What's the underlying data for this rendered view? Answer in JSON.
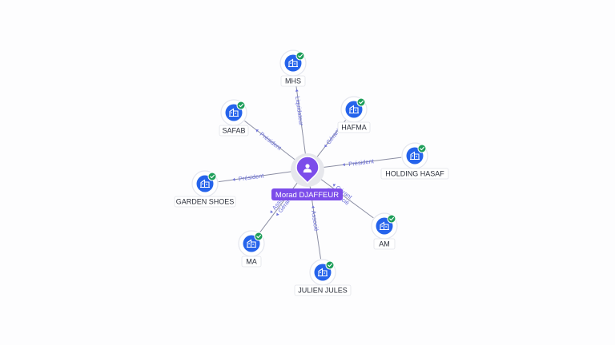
{
  "center": {
    "label": "Morad DJAFFEUR",
    "icon": "person-icon",
    "color": "#7c4dea"
  },
  "companies": [
    {
      "id": "mhs",
      "label": "MHS",
      "edge_labels": [
        "Liquidateur"
      ],
      "icon": "building-icon",
      "status": "verified-check-icon"
    },
    {
      "id": "hafma",
      "label": "HAFMA",
      "edge_labels": [
        "Gérant"
      ],
      "icon": "building-icon",
      "status": "verified-check-icon"
    },
    {
      "id": "holding-hasaf",
      "label": "HOLDING HASAF",
      "edge_labels": [
        "Président"
      ],
      "icon": "building-icon",
      "status": "verified-check-icon"
    },
    {
      "id": "am",
      "label": "AM",
      "edge_labels": [
        "Gérant",
        "Associé"
      ],
      "icon": "building-icon",
      "status": "verified-check-icon"
    },
    {
      "id": "julien-jules",
      "label": "JULIEN JULES",
      "edge_labels": [
        "Associé"
      ],
      "icon": "building-icon",
      "status": "verified-check-icon"
    },
    {
      "id": "ma",
      "label": "MA",
      "edge_labels": [
        "Gérant",
        "Associé"
      ],
      "icon": "building-icon",
      "status": "verified-check-icon"
    },
    {
      "id": "garden-shoes",
      "label": "GARDEN SHOES",
      "edge_labels": [
        "Président"
      ],
      "icon": "building-icon",
      "status": "verified-check-icon"
    },
    {
      "id": "safab",
      "label": "SAFAB",
      "edge_labels": [
        "Président"
      ],
      "icon": "building-icon",
      "status": "verified-check-icon"
    }
  ],
  "colors": {
    "company_node": "#2563eb",
    "verified": "#1e9e5a",
    "edge_label": "#6b6fd8",
    "edge_line": "#8b8ea3"
  }
}
